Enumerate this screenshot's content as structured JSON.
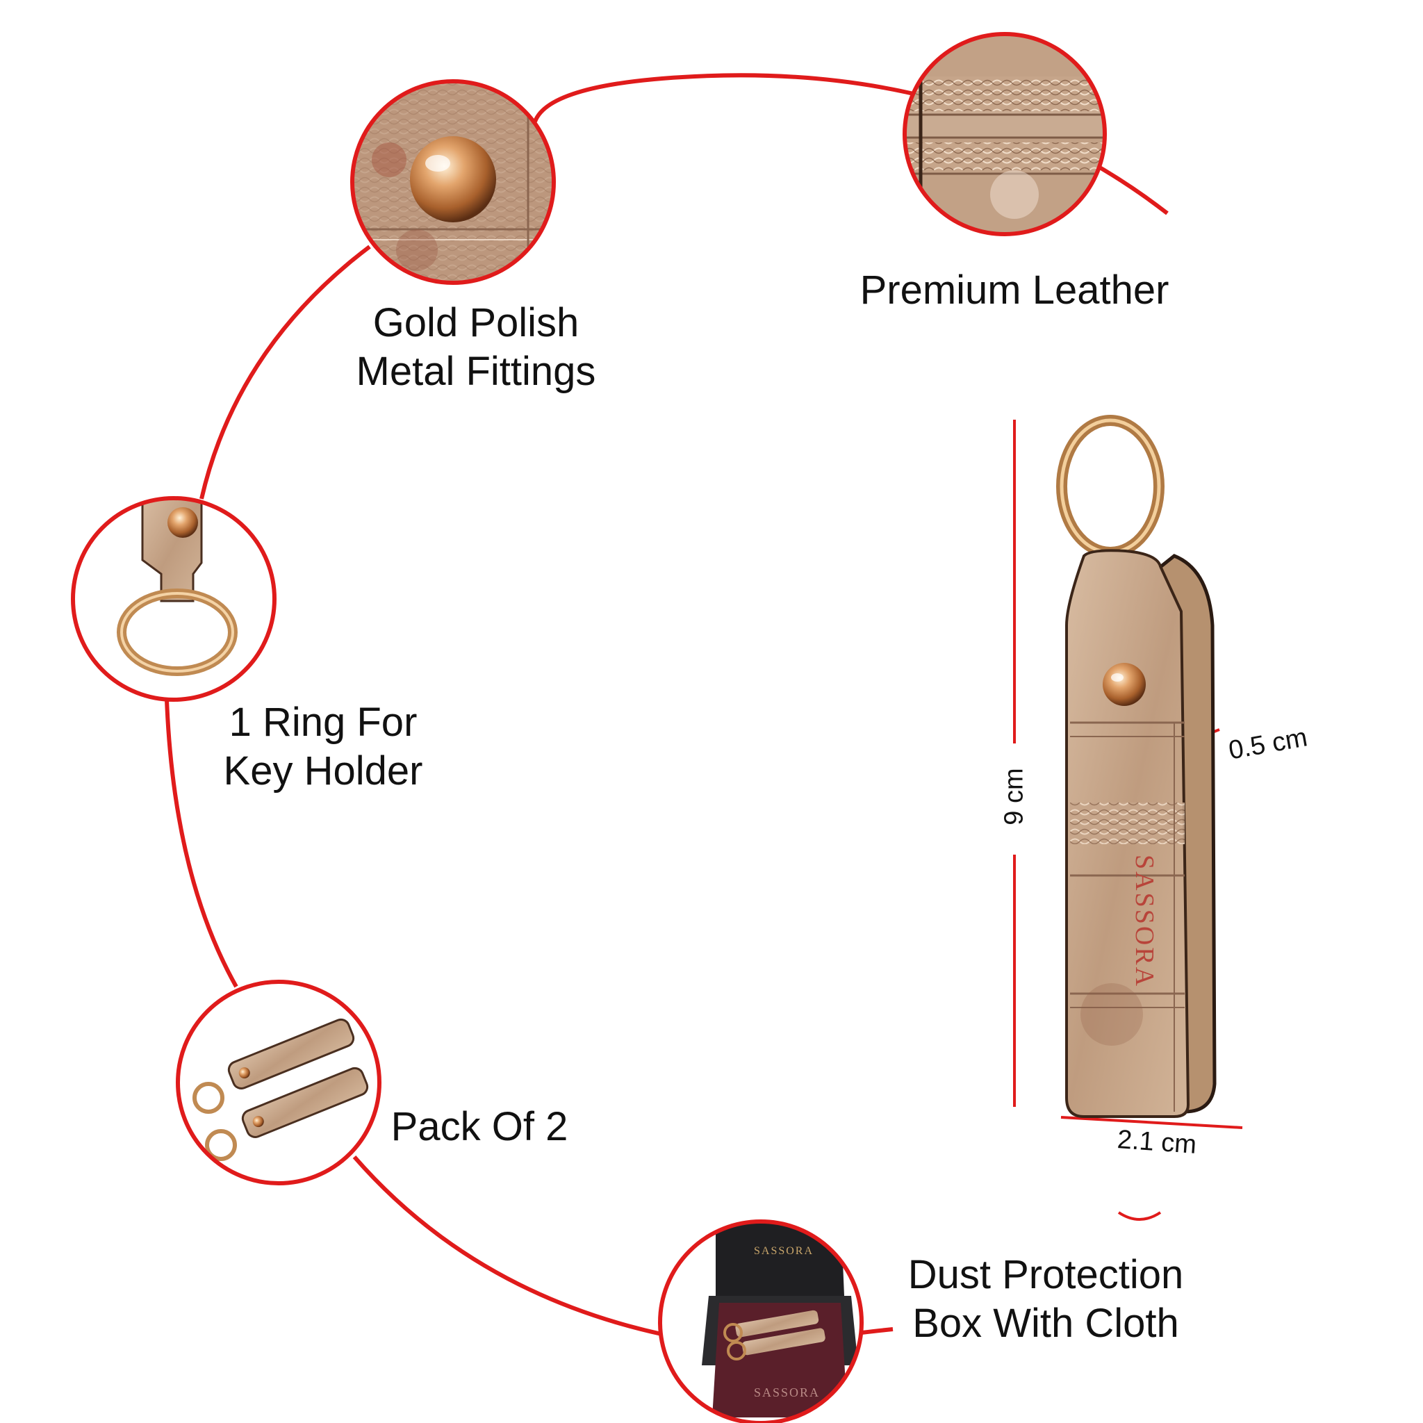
{
  "accent_color": "#e01b1b",
  "leather_color": "#c9a88a",
  "features": [
    {
      "icon": "gold-stud-icon",
      "lines": [
        "Gold Polish",
        "Metal Fittings"
      ]
    },
    {
      "icon": "leather-texture-icon",
      "lines": [
        "Premium Leather"
      ]
    },
    {
      "icon": "key-ring-icon",
      "lines": [
        "1 Ring For",
        "Key Holder"
      ]
    },
    {
      "icon": "pair-keychain-icon",
      "lines": [
        "Pack Of 2"
      ]
    },
    {
      "icon": "gift-box-icon",
      "lines": [
        "Dust Protection",
        "Box With Cloth"
      ]
    }
  ],
  "dimensions": {
    "height": "9 cm",
    "width": "2.1 cm",
    "thickness": "0.5 cm"
  },
  "product": {
    "strap_text": "SASSORA",
    "box_brand": "SASSORA"
  }
}
